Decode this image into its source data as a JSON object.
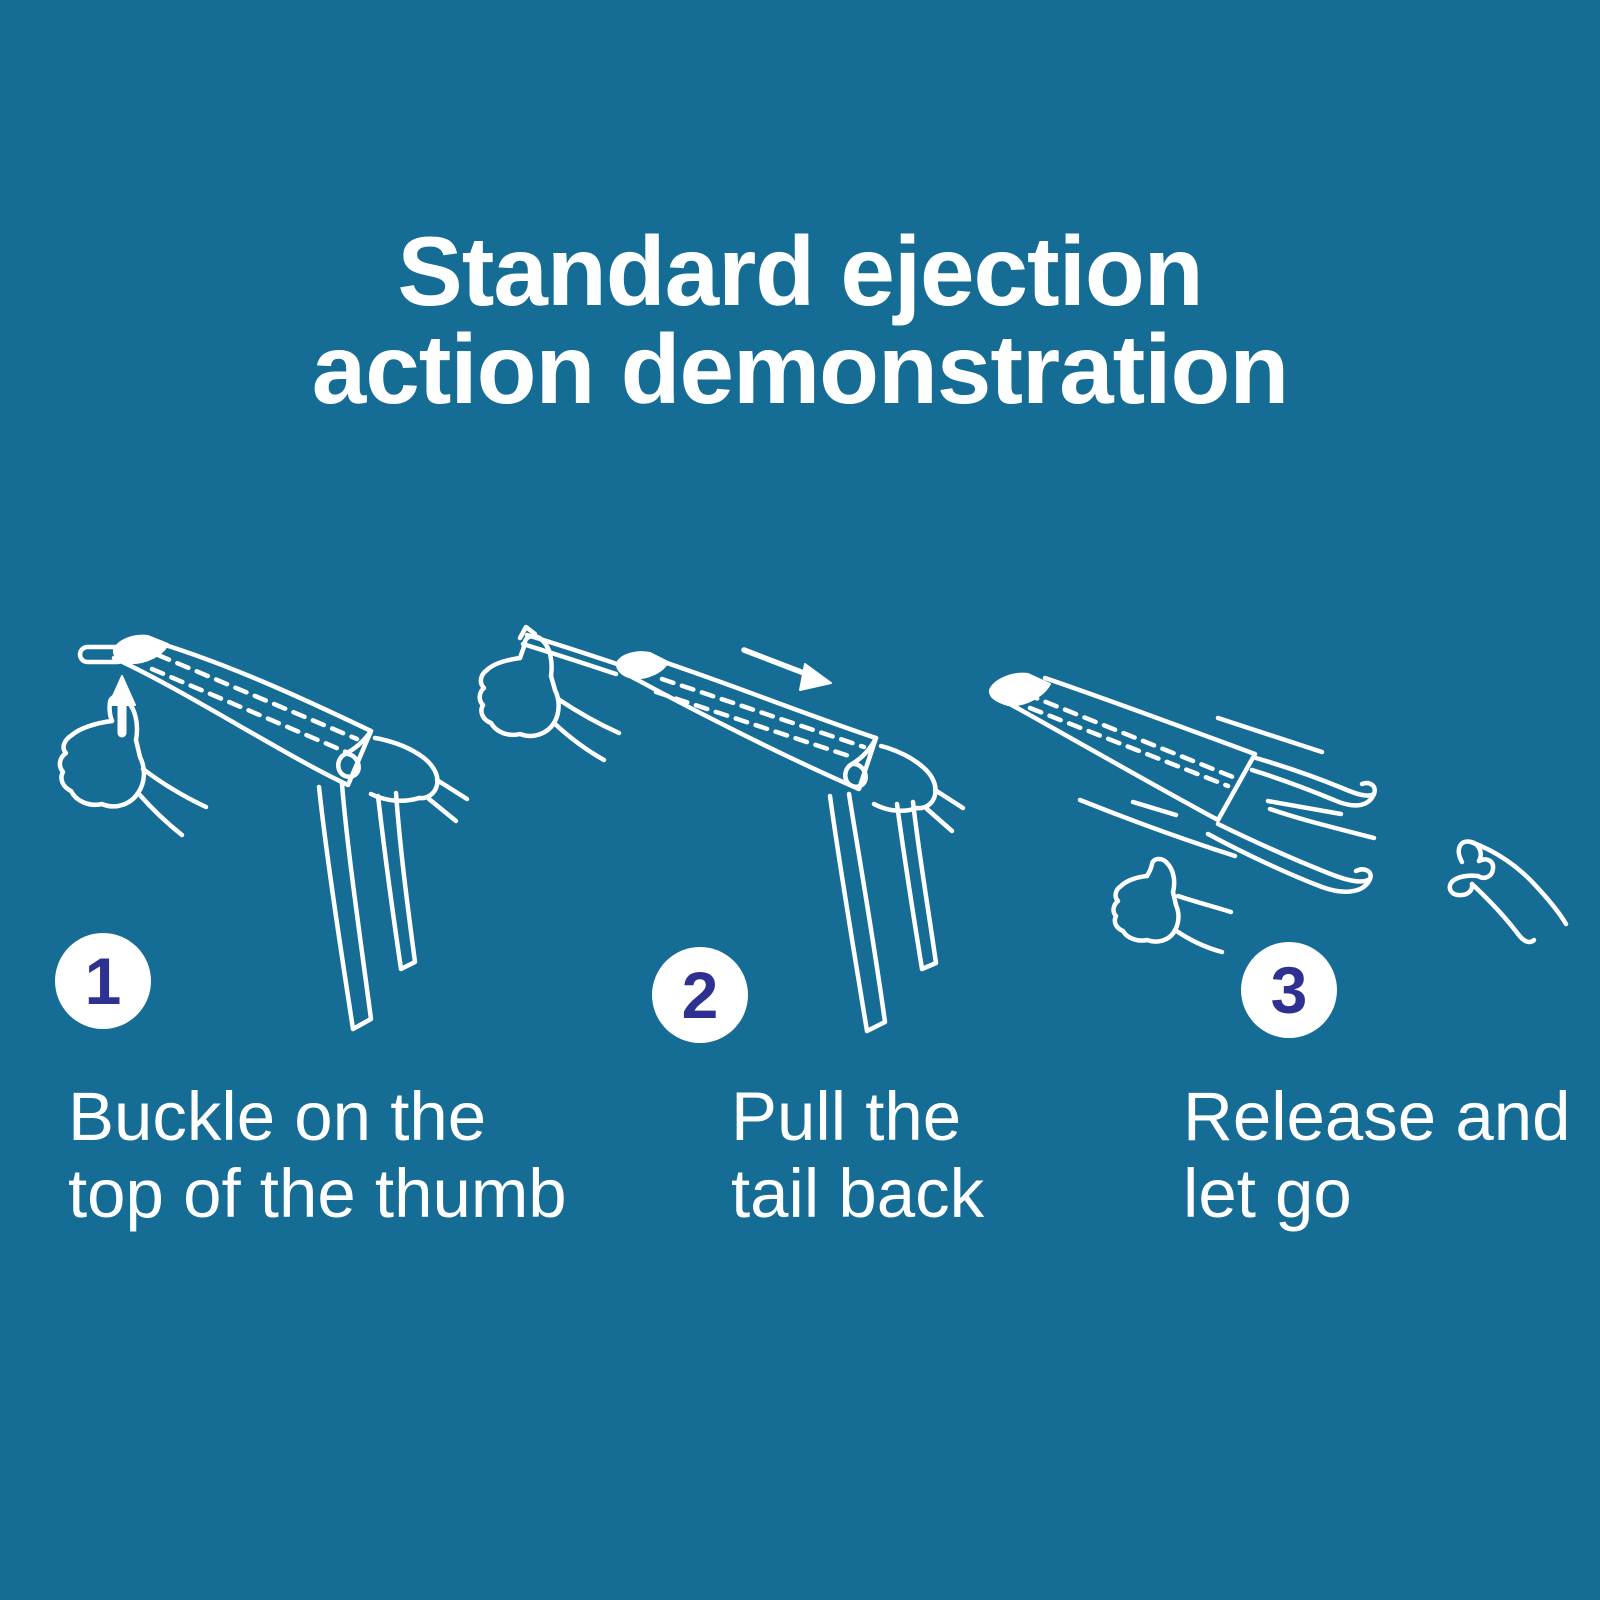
{
  "title": {
    "line1": "Standard ejection",
    "line2": "action demonstration"
  },
  "steps": [
    {
      "number": "1",
      "caption": {
        "line1": "Buckle on the",
        "line2": "top of the thumb"
      },
      "illustration": "thumb-up hand buckling rocket toy band on thumb, up arrow"
    },
    {
      "number": "2",
      "caption": {
        "line1": "Pull the",
        "line2": "tail back"
      },
      "illustration": "fist holding band while rocket tail is pulled back, direction arrow"
    },
    {
      "number": "3",
      "caption": {
        "line1": "Release and",
        "line2": "let go"
      },
      "illustration": "rocket toy flying away with streaming ribbons, speed lines, releasing hand"
    }
  ],
  "colors": {
    "background": "#156c95",
    "text": "#ffffff",
    "line_art": "#ffffff",
    "badge_background": "#ffffff",
    "badge_number": "#2e3192"
  }
}
